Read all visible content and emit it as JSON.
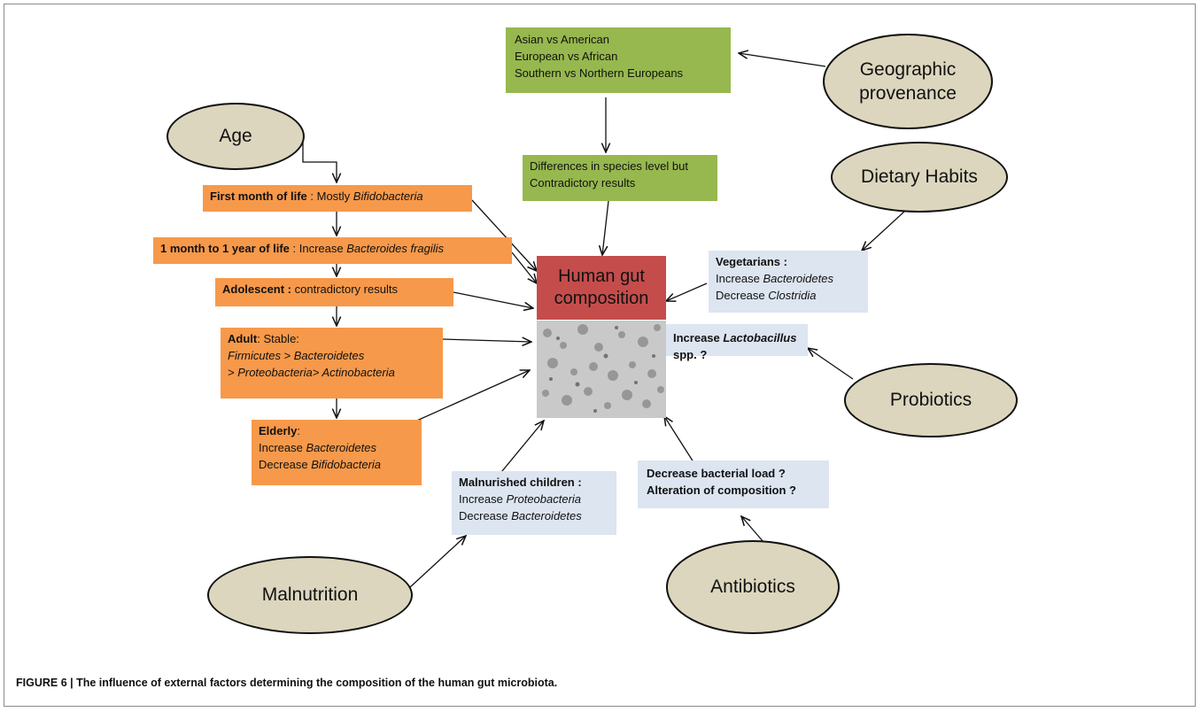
{
  "factors": {
    "age": "Age",
    "geographic": "Geographic\nprovenance",
    "dietary": "Dietary Habits",
    "probiotics": "Probiotics",
    "malnutrition": "Malnutrition",
    "antibiotics": "Antibiotics"
  },
  "center": "Human gut\ncomposition",
  "geo_box": [
    "Asian vs American",
    "European vs African",
    "Southern vs Northern Europeans"
  ],
  "geo_result": [
    "Differences in species level but",
    "Contradictory  results"
  ],
  "age_stages": {
    "first_month": {
      "label": "First month of life",
      "text": " : Mostly ",
      "taxon": "Bifidobacteria"
    },
    "one_year": {
      "label": "1 month to 1 year of life",
      "text": " : Increase ",
      "taxon": "Bacteroides fragilis"
    },
    "adolescent": {
      "label": "Adolescent :",
      "text": " contradictory results"
    },
    "adult": {
      "label": "Adult",
      "text": ": Stable:",
      "line2": "Firmicutes > Bacteroidetes",
      "line3": "> Proteobacteria> Actinobacteria"
    },
    "elderly": {
      "label": "Elderly",
      "text": ":",
      "inc": "Increase ",
      "inc_taxon": "Bacteroidetes",
      "dec": "Decrease ",
      "dec_taxon": "Bifidobacteria"
    }
  },
  "vegetarians": {
    "label": "Vegetarians :",
    "inc": "Increase ",
    "inc_taxon": "Bacteroidetes",
    "dec": "Decrease ",
    "dec_taxon": "Clostridia"
  },
  "probiotic_effect": {
    "pre": "Increase ",
    "taxon": "Lactobacillus",
    "post": " spp. ?"
  },
  "malnourished": {
    "label": "Malnurished children :",
    "inc": "Increase ",
    "inc_taxon": "Proteobacteria",
    "dec": "Decrease ",
    "dec_taxon": "Bacteroidetes"
  },
  "antibiotic_effect": [
    "Decrease bacterial load ?",
    "Alteration of composition ?"
  ],
  "caption": "FIGURE 6 | The influence of external factors determining the composition of the human gut microbiota.",
  "colors": {
    "age_boxes": "#f7994a",
    "geo_boxes": "#96b84e",
    "other_boxes": "#dce5f0",
    "center": "#c44d4c",
    "factor_ellipses": "#dcd6be"
  }
}
